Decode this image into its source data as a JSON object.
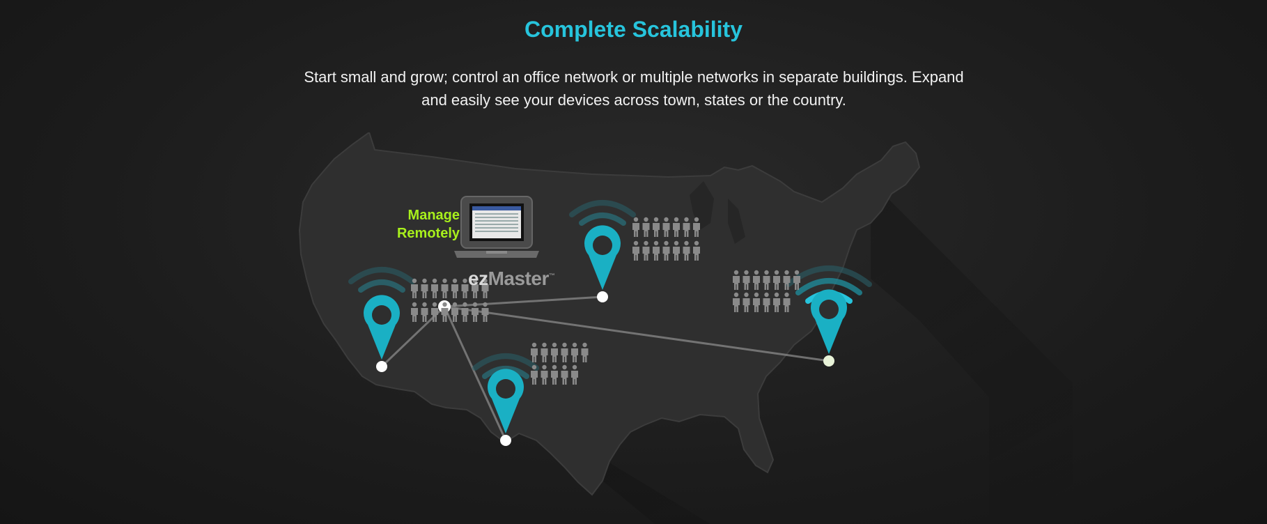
{
  "header": {
    "title": "Complete Scalability",
    "subtitle": "Start small and grow; control an office network or multiple networks in separate buildings. Expand and easily see your devices across town, states or the country."
  },
  "map": {
    "manage_label_line1": "Manage",
    "manage_label_line2": "Remotely",
    "brand_prefix": "ez",
    "brand_suffix": "Master",
    "brand_mark": "™",
    "colors": {
      "accent": "#27c4dc",
      "pin": "#1ab0c4",
      "highlight": "#a8f01c",
      "map_fill": "#2e2e2e",
      "people": "#8a8a8a"
    },
    "icons": [
      "laptop-icon",
      "location-pin-icon",
      "wifi-icon",
      "person-icon"
    ]
  }
}
